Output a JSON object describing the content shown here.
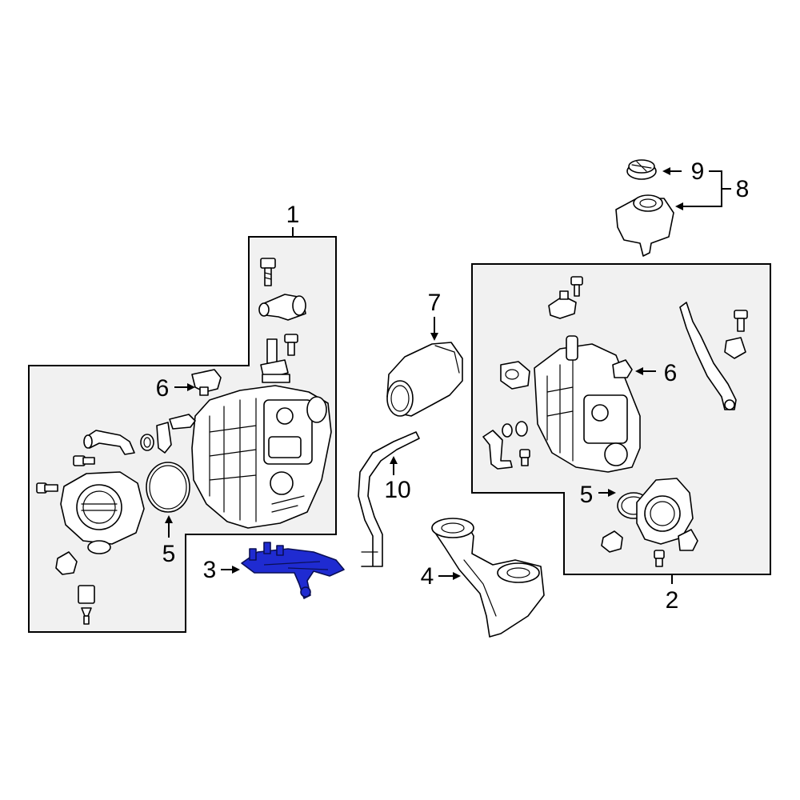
{
  "diagram": {
    "highlight_color": "#1f2bd1",
    "panel_color": "#f1f1f1",
    "callouts": {
      "c1": "1",
      "c2": "2",
      "c3": "3",
      "c4": "4",
      "c5_left": "5",
      "c5_right": "5",
      "c6_left": "6",
      "c6_right": "6",
      "c7": "7",
      "c8": "8",
      "c9": "9",
      "c10": "10"
    },
    "highlighted_part": "3"
  }
}
